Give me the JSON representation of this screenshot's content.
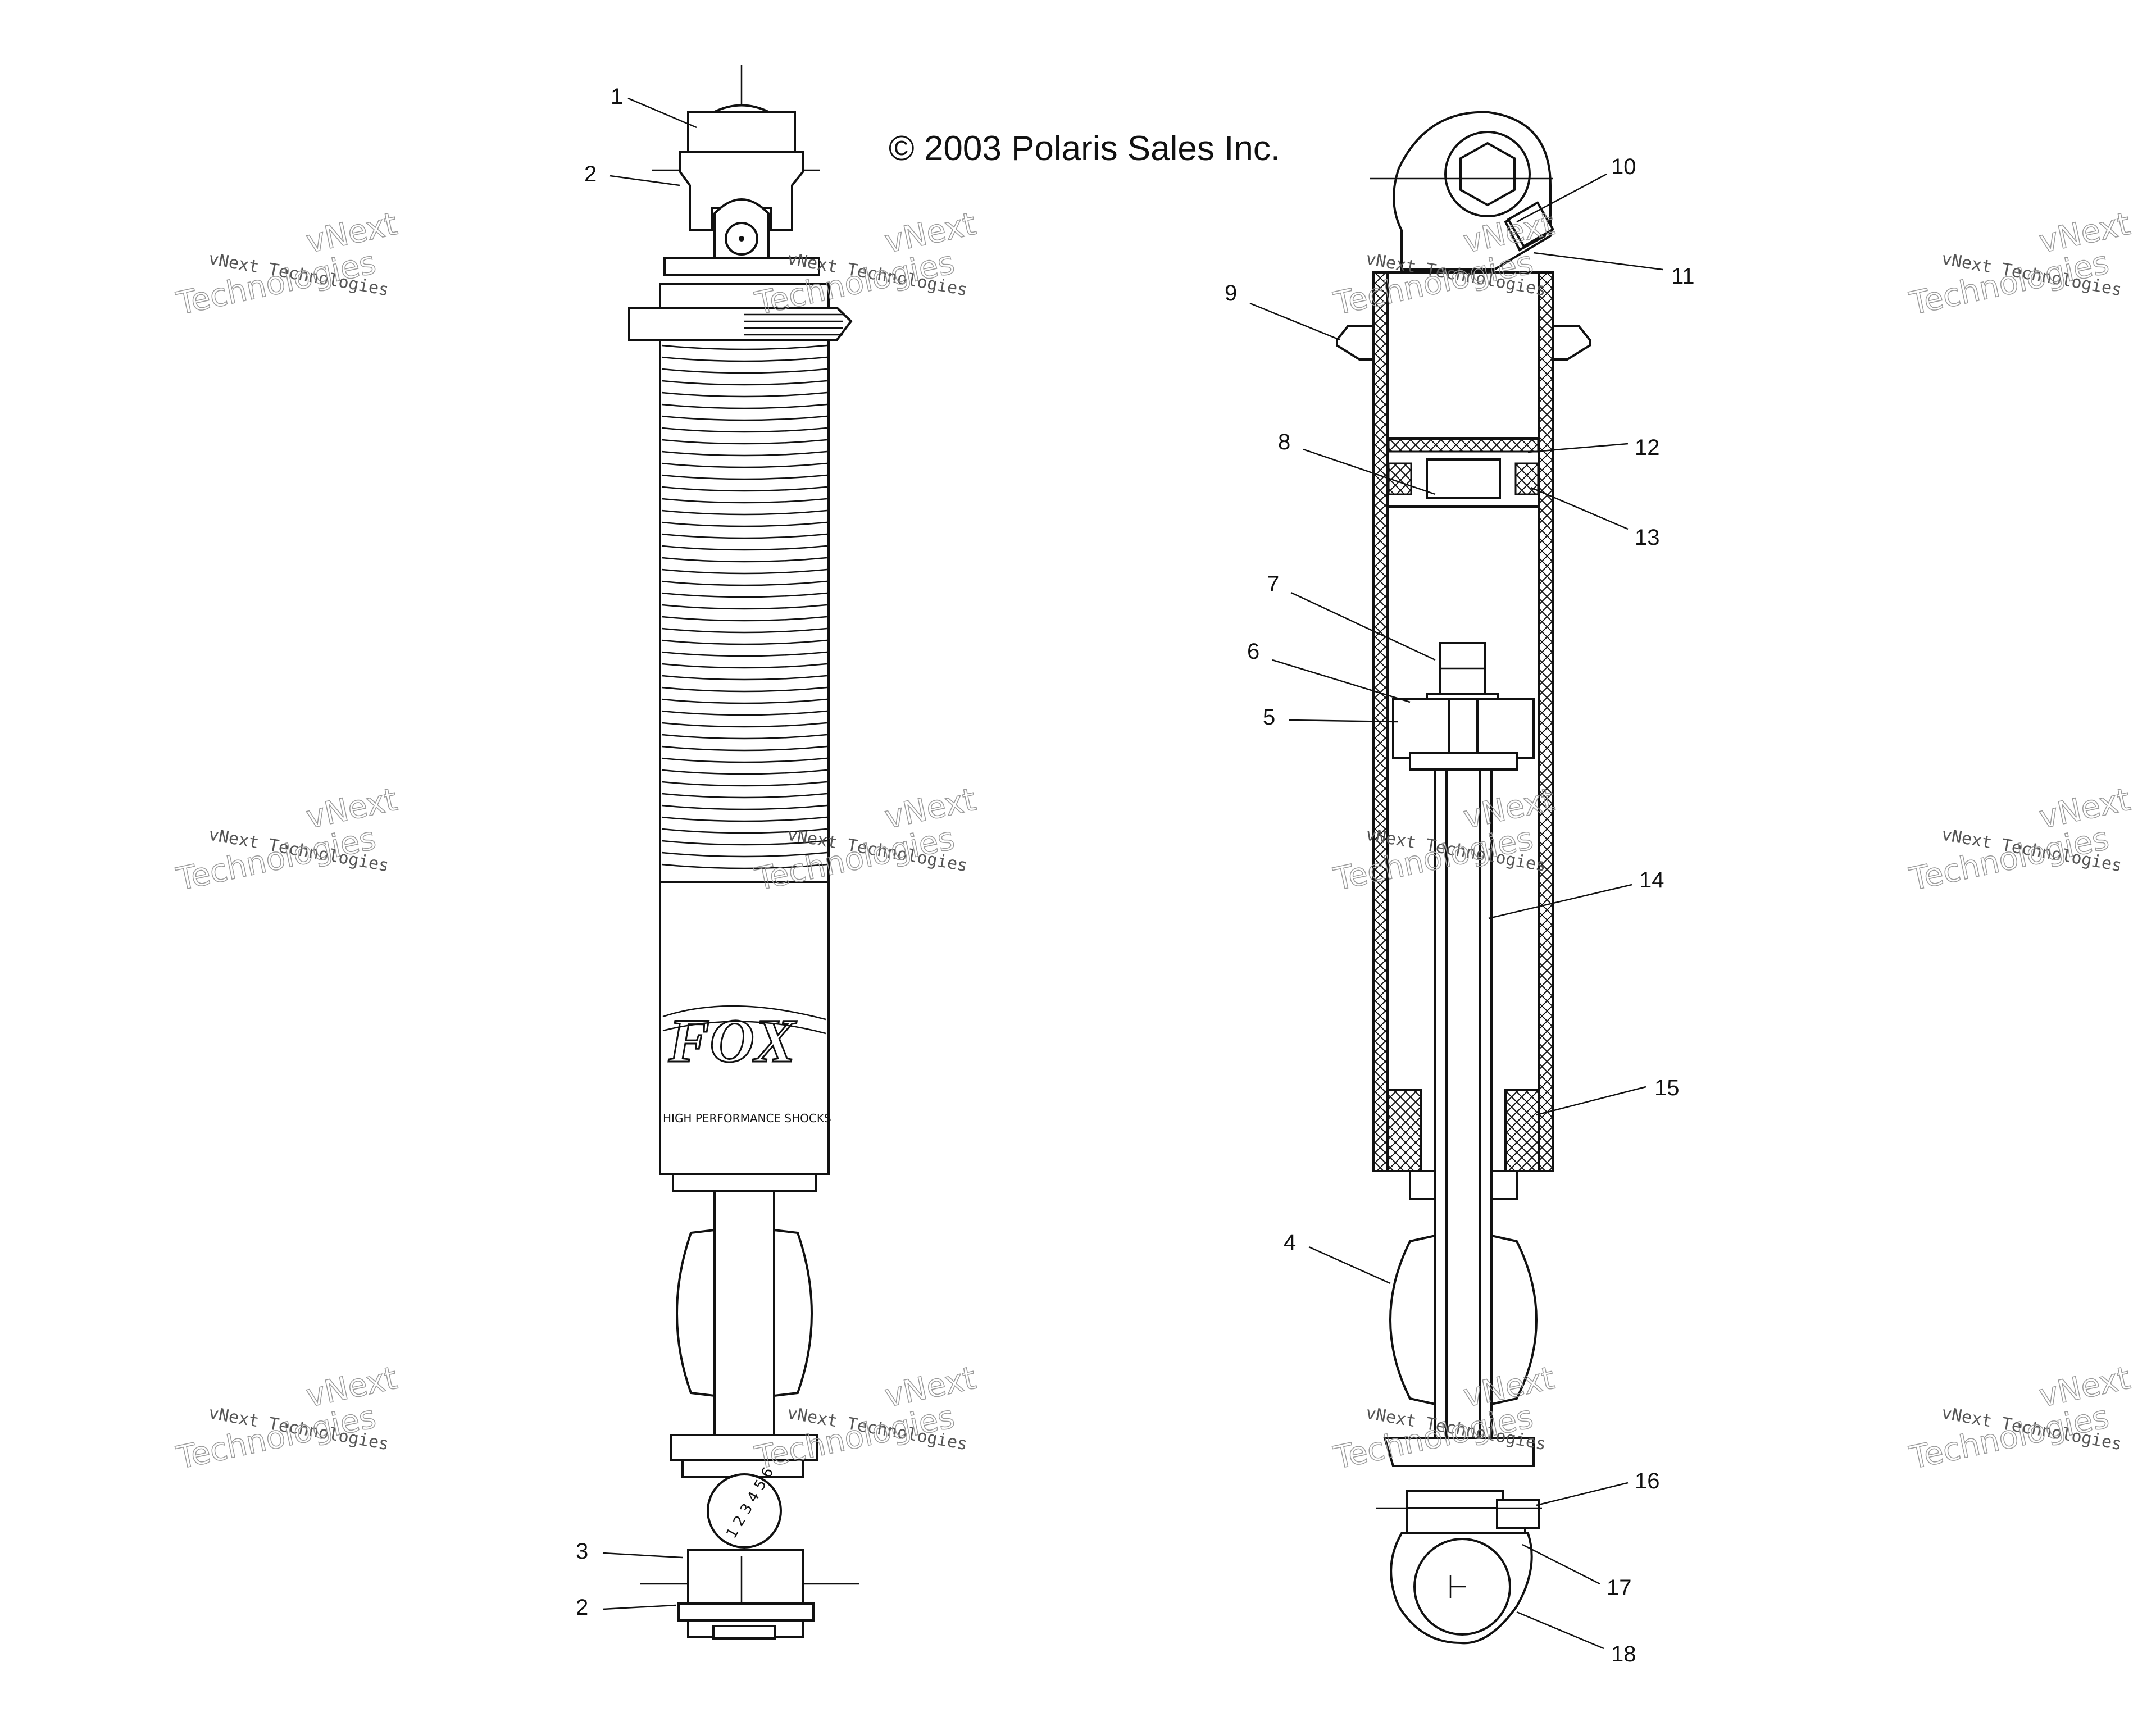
{
  "copyright": "© 2003 Polaris Sales Inc.",
  "watermark": {
    "line1": "vNext Technologies",
    "line2a": "vNext",
    "line2b": "Technologies"
  },
  "callouts": [
    "1",
    "2",
    "3",
    "2",
    "4",
    "5",
    "6",
    "7",
    "8",
    "9",
    "10",
    "11",
    "12",
    "13",
    "14",
    "15",
    "16",
    "17",
    "18"
  ],
  "shock_label": {
    "brand": "FOX",
    "tagline": "HIGH PERFORMANCE SHOCKS",
    "dial_numbers": "1 2 3 4 5 6"
  }
}
